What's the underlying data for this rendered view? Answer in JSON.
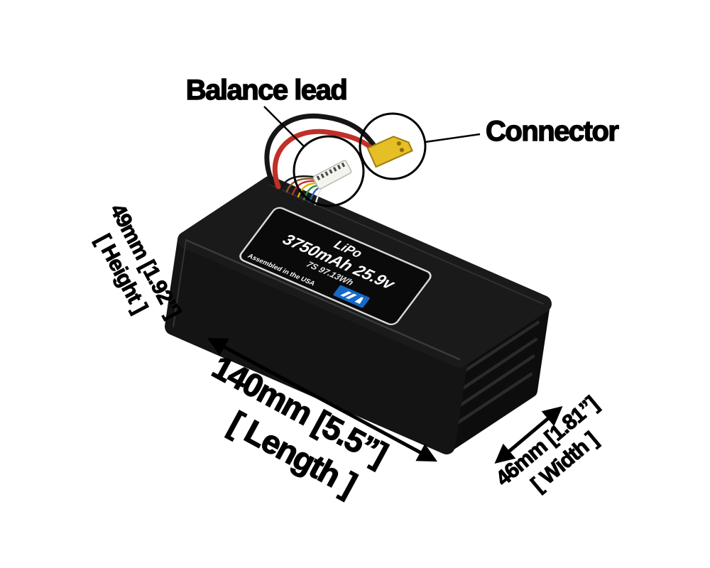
{
  "callouts": {
    "balance_lead": "Balance lead",
    "connector": "Connector"
  },
  "dimensions": {
    "length": {
      "value": "140mm [5.5”]",
      "caption": "[ Length ]"
    },
    "height": {
      "value": "49mm [1.92”]",
      "caption": "[ Height ]"
    },
    "width": {
      "value": "46mm [1.81”]",
      "caption": "[ Width ]"
    }
  },
  "product_label": {
    "chemistry": "LiPo",
    "capacity_voltage": "3750mAh 25.9v",
    "config_energy": "7S 97.13Wh",
    "assembled_text": "Assembled in the USA"
  },
  "colors": {
    "background": "#ffffff",
    "battery_top": "#1a1a1a",
    "battery_front": "#141414",
    "battery_end": "#0d0d0d",
    "label_background": "#0a0a0a",
    "label_border": "#d9d9d9",
    "label_text": "#ffffff",
    "xt60_yellow": "#e6be26",
    "balance_connector_white": "#f4f4ee",
    "logo_blue": "#1569c7",
    "wire_black": "#151515",
    "wire_red": "#c03028",
    "annotation_black": "#000000"
  }
}
